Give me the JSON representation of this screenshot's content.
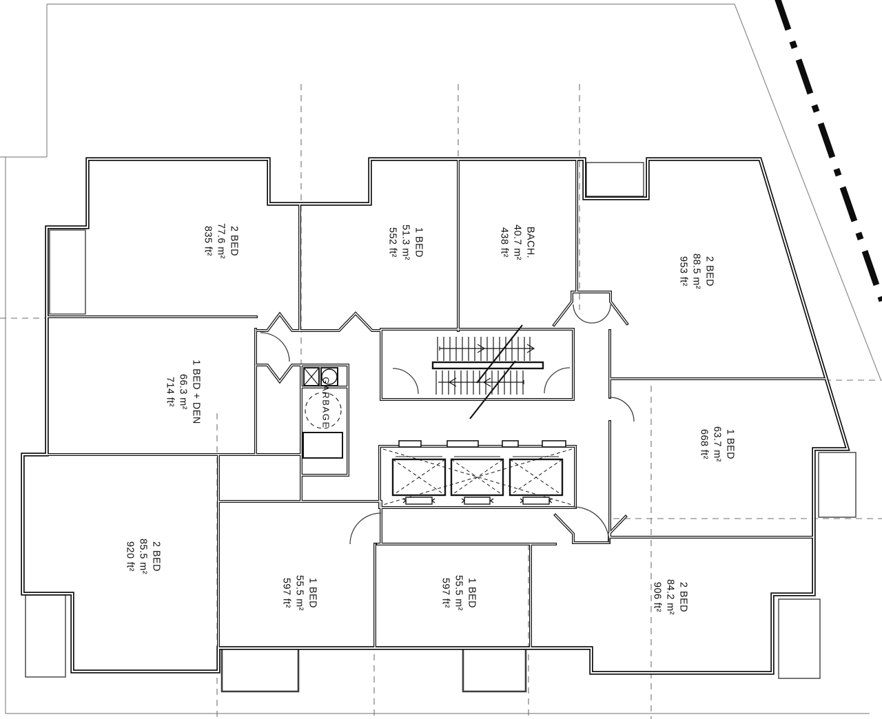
{
  "units": [
    {
      "name": "2 BED",
      "area_m2": "77.6 m²",
      "area_ft2": "835 ft²"
    },
    {
      "name": "1 BED",
      "area_m2": "51.3 m²",
      "area_ft2": "552 ft²"
    },
    {
      "name": "BACH.",
      "area_m2": "40.7 m²",
      "area_ft2": "438 ft²"
    },
    {
      "name": "2 BED",
      "area_m2": "88.5 m²",
      "area_ft2": "953 ft²"
    },
    {
      "name": "1 BED + DEN",
      "area_m2": "66.3 m²",
      "area_ft2": "714 ft²"
    },
    {
      "name": "1 BED",
      "area_m2": "63.7 m²",
      "area_ft2": "668 ft²"
    },
    {
      "name": "2 BED",
      "area_m2": "85.5 m²",
      "area_ft2": "920 ft²"
    },
    {
      "name": "1 BED",
      "area_m2": "55.5 m²",
      "area_ft2": "597 ft²"
    },
    {
      "name": "1 BED",
      "area_m2": "55.5 m²",
      "area_ft2": "597 ft²"
    },
    {
      "name": "2 BED",
      "area_m2": "84.2 m²",
      "area_ft2": "906 ft²"
    }
  ],
  "core": {
    "garbage_label": "GARBAGE"
  },
  "colors": {
    "wall": "#141414",
    "thin_line": "#3d3d3d",
    "site_line": "#8a8a8a",
    "grid_line": "#6e6e6e",
    "property_line": "#0d0d0d",
    "background": "#ffffff"
  }
}
